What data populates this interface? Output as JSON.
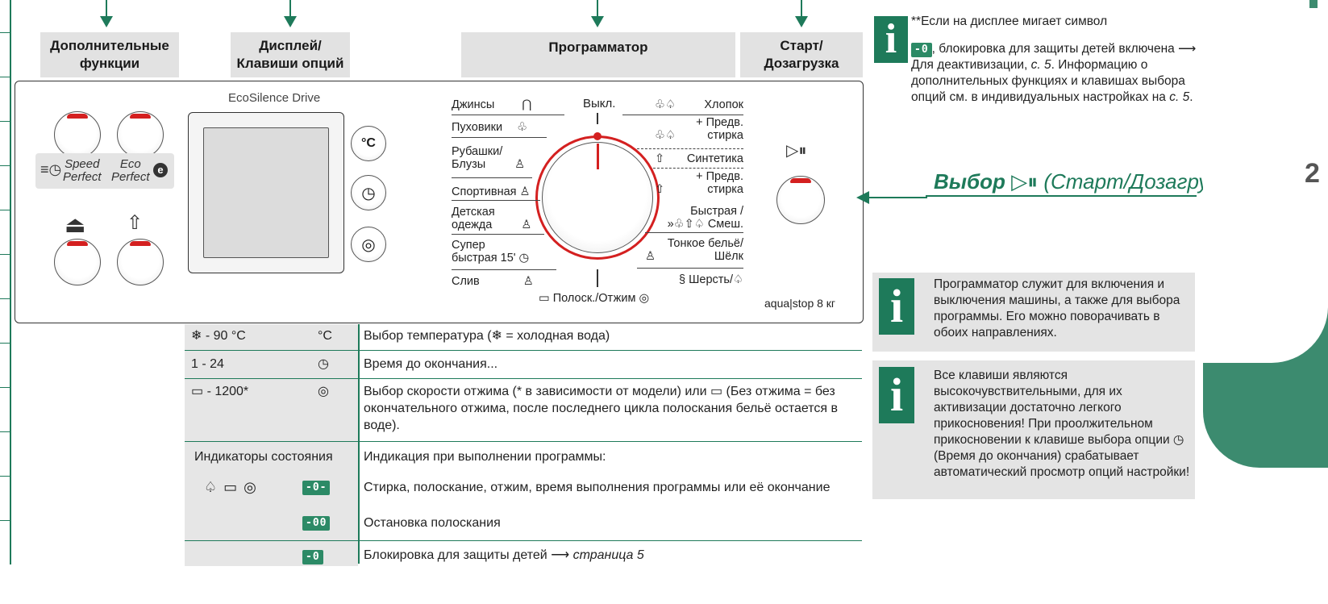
{
  "tabs": {
    "extra": [
      "Дополнительные",
      "функции"
    ],
    "display": [
      "Дисплей/",
      "Клавиши опций"
    ],
    "programmer": "Программатор",
    "start": [
      "Старт/",
      "Дозагрузка"
    ]
  },
  "panel": {
    "brand": "EcoSilence Drive",
    "speed": [
      "Speed",
      "Perfect"
    ],
    "eco": [
      "Eco",
      "Perfect"
    ],
    "off_label": "Выкл.",
    "bottom_label": "Полоск./Отжим",
    "aquastop": "aqua|stop 8 кг",
    "left_programs": [
      {
        "label": "Джинсы",
        "icon": "ⅅ"
      },
      {
        "label": "Пуховики",
        "icon": "♤"
      },
      {
        "label": "Рубашки/\nБлузы",
        "icon": "♤"
      },
      {
        "label": "Спортивная",
        "icon": "♤"
      },
      {
        "label": "Детская\nодежда",
        "icon": "♙"
      },
      {
        "label": "Супер\nбыстрая 15'",
        "icon": "◷"
      },
      {
        "label": "Слив",
        "icon": "♤"
      }
    ],
    "right_programs": [
      {
        "label": "Хлопок",
        "icon": "♤♤"
      },
      {
        "label": "+ Предв.\nстирка",
        "icon": "♤♤"
      },
      {
        "label": "Синтетика",
        "icon": "♤"
      },
      {
        "label": "+ Предв.\nстирка",
        "icon": "♤"
      },
      {
        "label": "Быстрая /\n»♤♤♤ Смеш.",
        "icon": ""
      },
      {
        "label": "Тонкое бельё/\nШёлк",
        "icon": "♤"
      },
      {
        "label": "Шерсть/",
        "icon": "§"
      }
    ]
  },
  "table": {
    "rows": [
      {
        "range": "❄ - 90 °C",
        "sym": "°C",
        "desc": "Выбор температура (❄ = холодная вода)"
      },
      {
        "range": "1 - 24",
        "sym": "◷",
        "desc": "Время до окончания..."
      },
      {
        "range": "▭ - 1200*",
        "sym": "◎",
        "desc": "Выбор скорости отжима (* в зависимости от модели) или ▭ (Без отжима = без окончательного отжима, после последнего цикла полоскания бельё остается в воде)."
      }
    ],
    "status_label": "Индикаторы состояния",
    "status_desc": "Индикация при выполнении программы:",
    "status_rows": [
      {
        "display": "-0-",
        "desc": "Стирка, полоскание, отжим, время выполнения программы или её окончание"
      },
      {
        "display": "-00",
        "desc": "Остановка полоскания"
      },
      {
        "display": "-0",
        "desc_plain": "Блокировка для защиты детей ⟶ ",
        "desc_italic": "страница 5"
      }
    ]
  },
  "notes": {
    "top_line1": "**Если на дисплее мигает символ",
    "top_display": "-0",
    "top_rest": ", блокировка для защиты детей включена ⟶ Для деактивизации, ",
    "top_ref": "с. 5",
    "top_rest2": ". Информацию о дополнительных функциях и клавишах выбора опций см. в индивидуальных настройках на ",
    "top_ref2": "с. 5",
    "heading_bold": "Выбор",
    "heading_icon": "▷⏸",
    "heading_rest": "(Старт/Дозагрузка)",
    "note2": "Программатор служит для включения и выключения машины, а также для выбора программы. Его можно поворачивать в обоих направлениях.",
    "note3": "Все клавиши являются высокочувствительными, для их активизации достаточно легкого прикосновения! При проолжительном прикосновении к клавише выбора опции ◷ (Время до окончания) срабатывает автоматический просмотр опций настройки!",
    "info_letter": "i",
    "page_number": "2"
  }
}
